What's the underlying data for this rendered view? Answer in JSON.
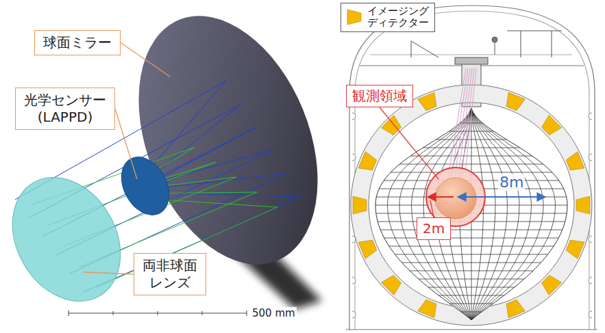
{
  "diagram": {
    "nodes": [
      {
        "text": [
          "球面ミラー"
        ]
      },
      {
        "text": [
          "光学センサー (LAPPD)"
        ]
      },
      {
        "text": [
          "両非球面 レンズ"
        ]
      },
      {
        "text": [
          "観測領域"
        ]
      },
      {
        "text": [
          "2m"
        ]
      }
    ],
    "labels": [
      "500 mm",
      "8m"
    ],
    "legend": [
      {
        "text": "イメージング ディテクター"
      }
    ]
  }
}
